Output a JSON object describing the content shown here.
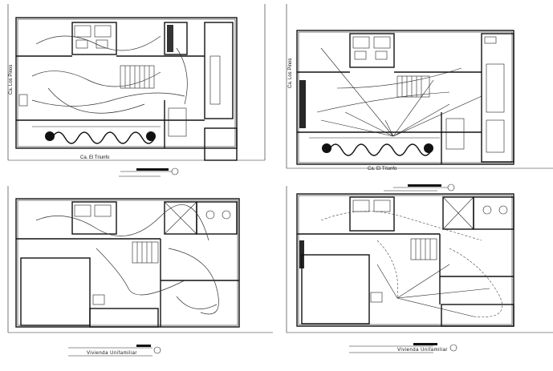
{
  "plans": [
    {
      "street_bottom": "Ca. El Triunfo",
      "street_side": "Ca. Los Pinos"
    },
    {
      "street_bottom": "Ca. El Triunfo",
      "street_side": "Ca. Los Pinos"
    },
    {
      "caption": "Vivienda Unifamiliar"
    },
    {
      "caption": "Vivienda Unifamiliar"
    }
  ]
}
